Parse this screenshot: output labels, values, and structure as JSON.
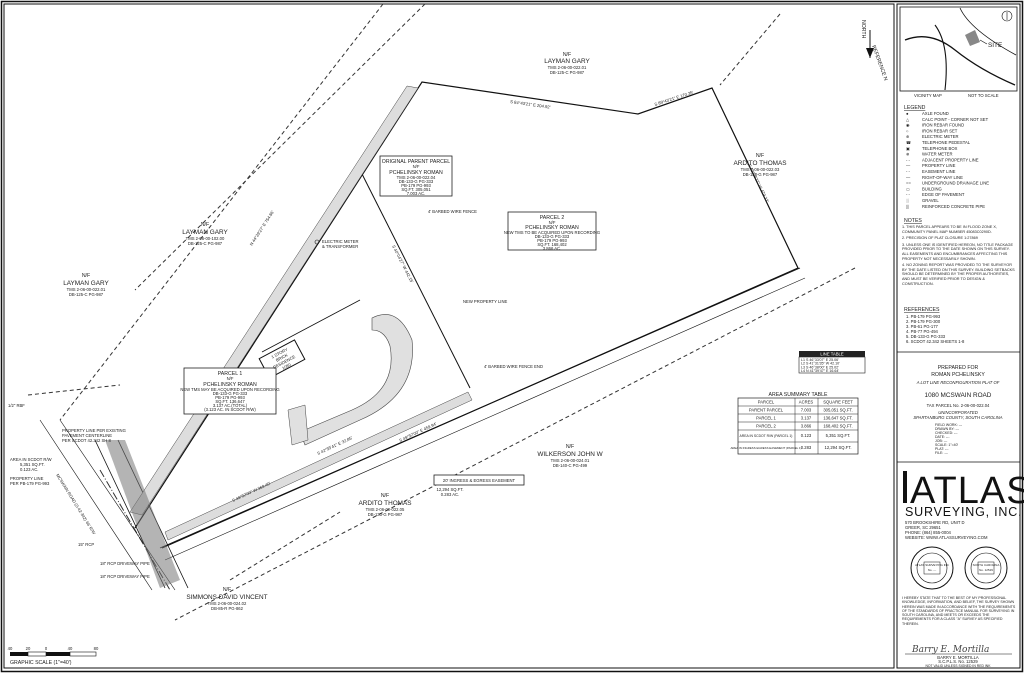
{
  "north_arrow": {
    "label": "NORTH",
    "reference": "REFERENCE N"
  },
  "vicinity": {
    "site_label": "SITE",
    "map_label": "VICINITY MAP",
    "scale_note": "NOT TO SCALE"
  },
  "legend": {
    "title": "LEGEND",
    "items": [
      {
        "sym": "●",
        "text": "AXLE FOUND"
      },
      {
        "sym": "△",
        "text": "CALC POINT - CORNER NOT SET"
      },
      {
        "sym": "◉",
        "text": "IRON REBAR FOUND"
      },
      {
        "sym": "○",
        "text": "IRON REBAR SET"
      },
      {
        "sym": "⊕",
        "text": "ELECTRIC METER"
      },
      {
        "sym": "☎",
        "text": "TELEPHONE PEDESTAL"
      },
      {
        "sym": "▣",
        "text": "TELEPHONE BOX"
      },
      {
        "sym": "⊗",
        "text": "WATER METER"
      },
      {
        "sym": "- -",
        "text": "ADJACENT PROPERTY LINE"
      },
      {
        "sym": "—",
        "text": "PROPERTY LINE"
      },
      {
        "sym": "- -",
        "text": "EASEMENT LINE"
      },
      {
        "sym": "—",
        "text": "RIGHT-OF-WAY LINE"
      },
      {
        "sym": "==",
        "text": "UNDERGROUND DRAINAGE LINE"
      },
      {
        "sym": "▭",
        "text": "BUILDING"
      },
      {
        "sym": "- -",
        "text": "EDGE OF PAVEMENT"
      },
      {
        "sym": "░",
        "text": "GRAVEL"
      },
      {
        "sym": "▒",
        "text": "REINFORCED CONCRETE PIPE"
      }
    ]
  },
  "notes": {
    "title": "NOTES",
    "items": [
      "1. THIS PARCEL APPEARS TO BE IN FLOOD ZONE X, COMMUNITY PANEL MAP NUMBER 45083C0290D.",
      "2. PRECISION OF PLAT CLOSURE 1:27869",
      "3. UNLESS ONE IS IDENTIFIED HEREON, NO TITLE PACKAGE PROVIDED PRIOR TO THE DATE SHOWN ON THIS SURVEY. ALL EASEMENTS AND ENCUMBRANCES AFFECTING THIS PROPERTY NOT NECESSARILY SHOWN.",
      "4. NO ZONING REPORT WAS PROVIDED TO THE SURVEYOR BY THE DATE LISTED ON THIS SURVEY. BUILDING SETBACKS SHOULD BE DETERMINED BY THE PROPER AUTHORITIES, AND MUST BE VERIFIED PRIOR TO DESIGN & CONSTRUCTION."
    ]
  },
  "references": {
    "title": "REFERENCES",
    "items": [
      "1. PB-179 PG-993",
      "2. PB-179 PG-300",
      "3. PB-61 PG-177",
      "4. PB-77 PG-494",
      "5. DB-133-G PG-333",
      "6. SCDOT 42.342 SHEETS 1-8"
    ]
  },
  "prepared": {
    "for_label": "PREPARED FOR",
    "client": "ROMAN PCHELINSKY",
    "subtitle": "A LOT LINE RECONFIGURATION PLAT OF",
    "address": "1080 MCSWAIN ROAD",
    "tax": "TAX PARCEL No. 2-06-00-022.04",
    "area": "UNINCORPORATED",
    "county": "SPARTANBURG COUNTY, SOUTH CAROLINA",
    "info": [
      "FIELD WORK: ---",
      "DRAWN BY: ---",
      "CHECKED: ---",
      "DATE: ---",
      "JOB: ---",
      "SCALE: 1\"=40'",
      "PLAT: ---",
      "FILE: ---"
    ]
  },
  "company": {
    "name_top": "ATLAS",
    "name_bottom": "SURVEYING, INC.",
    "address1": "570 BROOKSHIRE RD, UNIT D",
    "address2": "GREER, SC 29651",
    "phone": "PHONE: (864) 855-0004",
    "website": "WEBSITE: WWW.ATLASSURVEYING.COM",
    "seal_left": "ATLAS SURVEYING INC",
    "seal_left_no": "No. ---",
    "seal_right": "SOUTH CAROLINA",
    "seal_right_no": "No. 12529"
  },
  "certification": {
    "text": "I HEREBY STATE THAT TO THE BEST OF MY PROFESSIONAL KNOWLEDGE, INFORMATION, AND BELIEF, THE SURVEY SHOWN HEREIN WAS MADE IN ACCORDANCE WITH THE REQUIREMENTS OF THE STANDARDS OF PRACTICE MANUAL FOR SURVEYING IN SOUTH CAROLINA, AND MEETS OR EXCEEDS THE REQUIREMENTS FOR A CLASS \"A\" SURVEY AS SPECIFIED THEREIN.",
    "signature": "Barry E. Mortilla",
    "name": "BARRY E. MORTILLA",
    "license": "S.C.P.L.S. No. 12529",
    "validity": "NOT VALID UNLESS SIGNED IN RED INK"
  },
  "area_table": {
    "title": "AREA SUMMARY TABLE",
    "headers": [
      "PARCEL",
      "ACRES",
      "SQUARE FEET"
    ],
    "rows": [
      [
        "PARENT PARCEL",
        "7.003",
        "305,051 SQ.FT."
      ],
      [
        "PARCEL 1",
        "3.137",
        "136,647 SQ.FT."
      ],
      [
        "PARCEL 2",
        "3.866",
        "168,402 SQ.FT."
      ],
      [
        "AREA IN SCDOT R/W (PARCEL 1)",
        "0.123",
        "5,351 SQ.FT."
      ],
      [
        "AREA IN INGRESS EGRESS EASEMENT (PARCEL 1)",
        "0.283",
        "12,294 SQ.FT."
      ]
    ]
  },
  "line_table": {
    "title": "LINE TABLE",
    "rows": [
      "L1  S 46°33'07\" E  25.06'",
      "L2  S 41°31'35\" W  42.10'",
      "L3  S 46°38'00\" E  25.02'",
      "L4  N 41°39'47\" E  16.64'"
    ]
  },
  "scale": {
    "labels": [
      "40",
      "20",
      "0",
      "40",
      "80"
    ],
    "caption": "GRAPHIC SCALE (1\"=40')"
  },
  "map": {
    "layman_top": {
      "nf": "N/F",
      "name": "LAYMAN GARY",
      "tms": "TMS 2-06-00-022.01",
      "db": "DB-125-C PG-987"
    },
    "layman_mid": {
      "nf": "N/F",
      "name": "LAYMAN GARY",
      "tms": "TMS 2-06-00-102.00",
      "db": "DB-125-C PG-987"
    },
    "layman_left": {
      "nf": "N/F",
      "name": "LAYMAN GARY",
      "tms": "TMS 2-06-00-022.01",
      "db": "DB-125-C PG-987"
    },
    "ardito_right": {
      "nf": "N/F",
      "name": "ARDITO THOMAS",
      "tms": "TMS 2-06-00-022.03",
      "db": "DB-133-G PG-987"
    },
    "ardito_bottom": {
      "nf": "N/F",
      "name": "ARDITO THOMAS",
      "tms": "TMS 2-06-00-022.05",
      "db": "DB-133-G PG-987"
    },
    "wilkerson": {
      "nf": "N/F",
      "name": "WILKERSON JOHN W",
      "tms": "TMS 2-06-00-024.01",
      "db": "DB-140-C PG-499"
    },
    "simmons": {
      "nf": "N/F",
      "name": "SIMMONS DAVID VINCENT",
      "tms": "TMS 2-06-00-024.02",
      "db": "DB-85-R PG-862"
    },
    "original": {
      "title": "ORIGINAL PARENT PARCEL",
      "nf": "N/F",
      "name": "PCHELINSKY ROMAN",
      "tms": "TMS 2-06-00-022.04",
      "db": "DB-133-G PG-333",
      "pb": "PB-179 PG-993",
      "sqft": "SQ.FT. 305,051",
      "ac": "7.003 AC."
    },
    "parcel2": {
      "title": "PARCEL 2",
      "nf": "N/F",
      "name": "PCHELINSKY ROMAN",
      "new": "NEW TMS TO BE ACQUIRED UPON RECORDING",
      "db": "DB-133-G PG-333",
      "pb": "PB-179 PG-993",
      "sqft": "SQ.FT. 168,402",
      "ac": "3.866 AC."
    },
    "parcel1": {
      "title": "PARCEL 1",
      "nf": "N/F",
      "name": "PCHELINSKY ROMAN",
      "new": "NEW TMS MAY BE ACQUIRED UPON RECORDING",
      "db": "DB-133-G PG-333",
      "pb": "PB-179 PG-993",
      "sqft": "SQ.FT. 136,647",
      "ac": "3.137 AC.(TOTAL)",
      "ac2": "(3.123 AC. IN SCDOT R/W)"
    },
    "easement": {
      "title": "20' INGRESS & EGRESS EASEMENT",
      "sqft": "12,294 SQ.FT.",
      "ac": "0.283 AC."
    },
    "electric": {
      "line1": "ELECTRIC METER",
      "line2": "& TRANSFORMER"
    },
    "fence": "4' BARBED WIRE FENCE",
    "fence_end": "4' BARBED WIRE FENCE END",
    "new_line": "NEW PROPERTY LINE",
    "residence": {
      "l1": "1 STORY",
      "l2": "BRICK",
      "l3": "RESIDENCE",
      "l4": "1080"
    },
    "road": "MCSWAIN ROAD (S-42-342) 66' R/W",
    "area_sc": {
      "title": "AREA IN SCDOT R/W",
      "sqft": "5,351 SQ.FT.",
      "ac": "0.123 AC."
    },
    "prop_line_note": {
      "l1": "PROPERTY LINE PER EXISTING",
      "l2": "PAVEMENT CENTERLINE",
      "l3": "PER SCDOT 42.342 SH 8"
    },
    "prop_line_pb": {
      "l1": "PROPERTY LINE",
      "l2": "PER PB-179 PG-993"
    },
    "rcp1": "15\" RCP",
    "rcp2": "18\" RCP DRIVEWAY PIPE",
    "rcp3": "18\" RCP DRIVEWAY PIPE",
    "rbf1": "1/2\" RBF",
    "bearings": {
      "top1": "S 84°43'21\" E 204.92'",
      "top2": "S 89°43'21\" E 170.35'",
      "right": "S 12°34'27\" W 479.22'",
      "left_long": "N 44°29'27\" E 754.86'",
      "mid": "S 40°04'27\" W 442.15'",
      "road1": "S 49°52'00\" E 459.94'",
      "road2": "S 49°52'00\" W 369.40'",
      "short": "S 42°55'41\" E 32.85'"
    }
  }
}
